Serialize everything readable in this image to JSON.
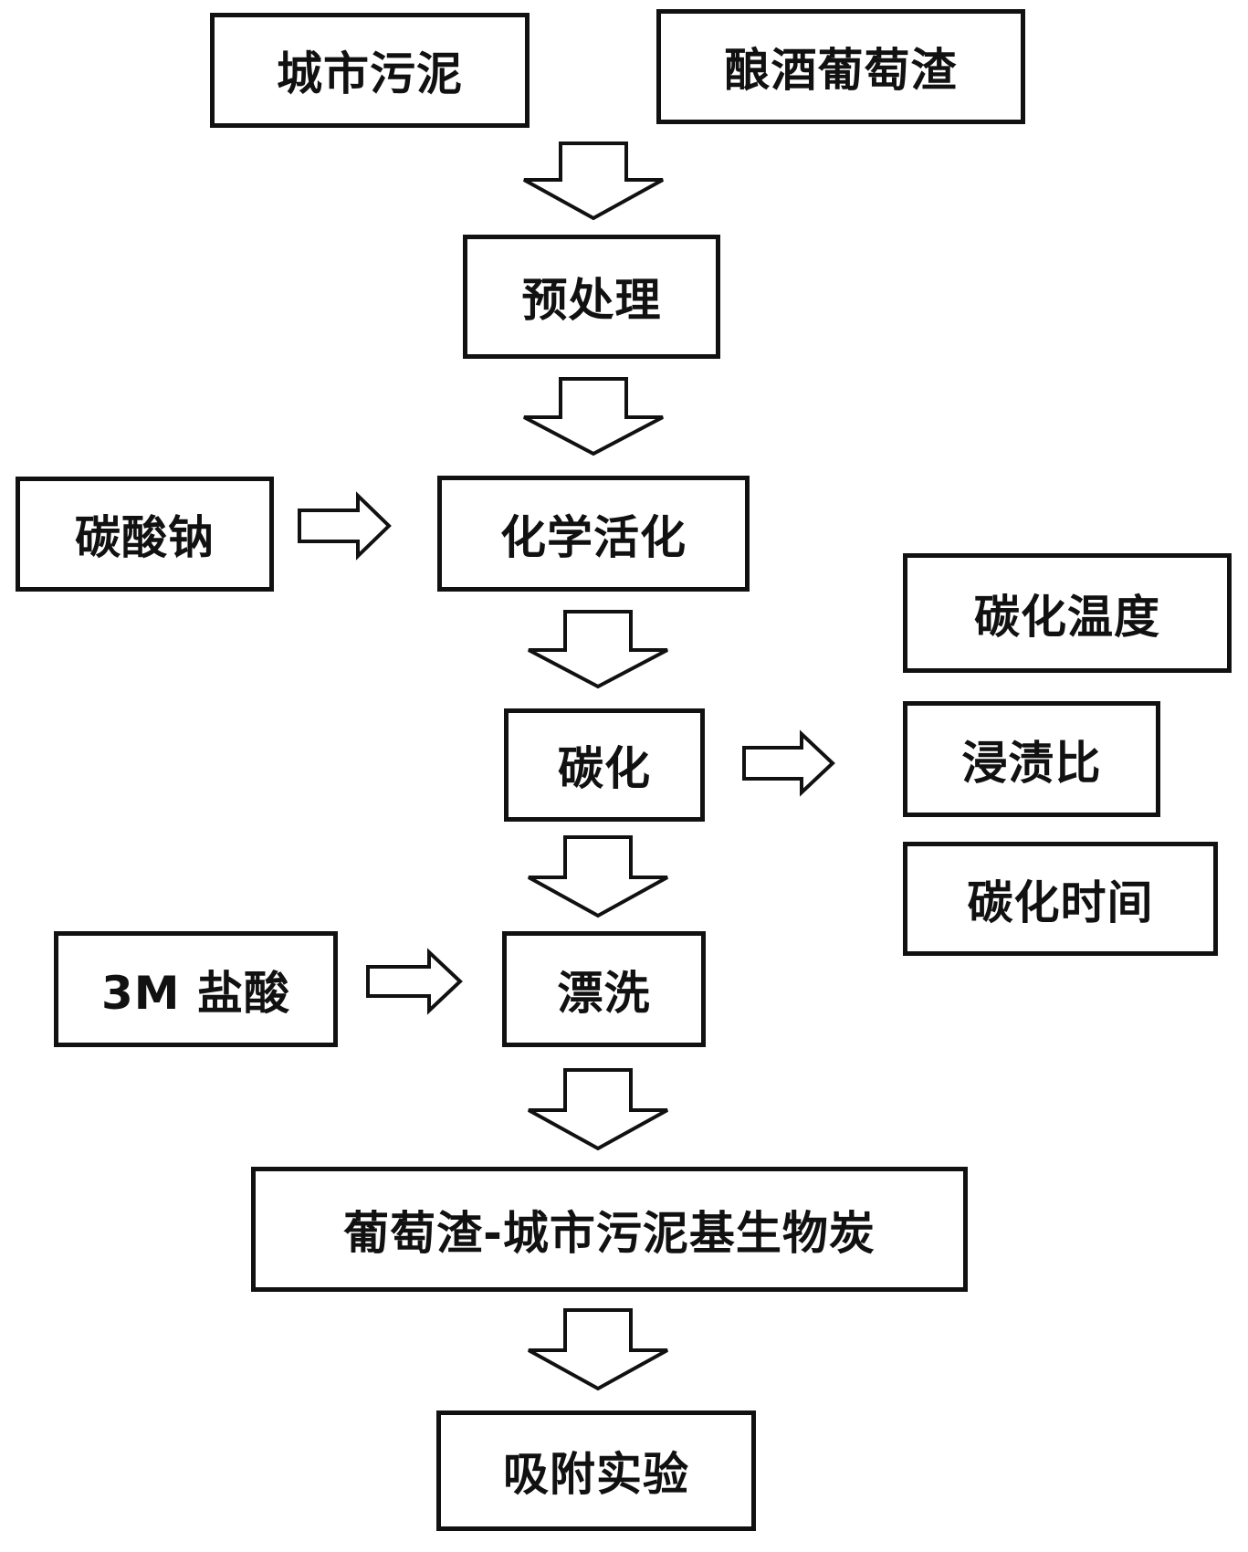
{
  "nodes": {
    "sludge": "城市污泥",
    "grape_pomace": "酿酒葡萄渣",
    "pretreatment": "预处理",
    "sodium_carbonate": "碳酸钠",
    "chemical_activation": "化学活化",
    "carbonization_temperature": "碳化温度",
    "carbonization": "碳化",
    "impregnation_ratio": "浸渍比",
    "carbonization_time": "碳化时间",
    "hcl": "3M 盐酸",
    "rinsing": "漂洗",
    "biochar": "葡萄渣-城市污泥基生物炭",
    "adsorption_experiment": "吸附实验"
  },
  "colors": {
    "stroke": "#111111",
    "background": "#ffffff"
  }
}
